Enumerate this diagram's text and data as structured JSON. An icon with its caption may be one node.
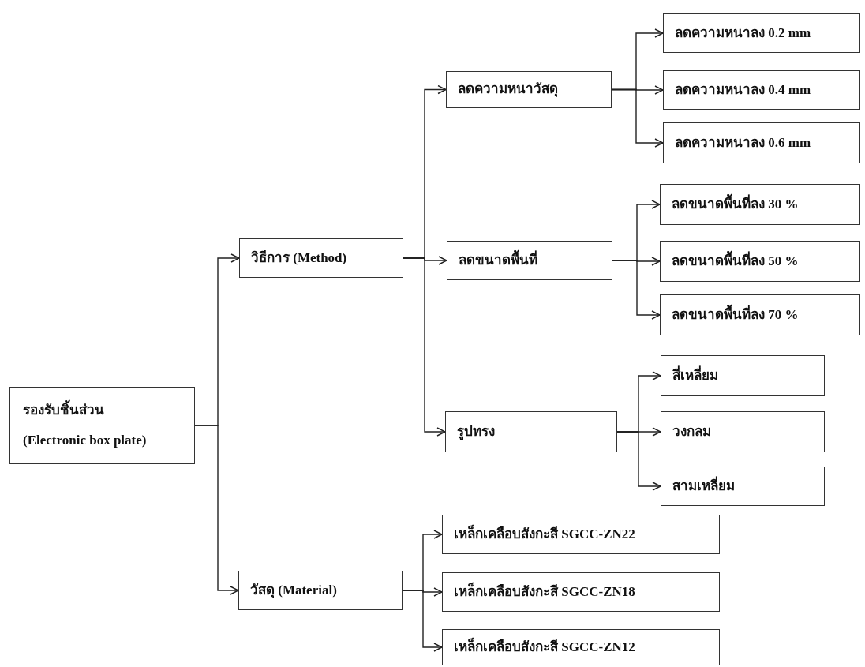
{
  "diagram": {
    "nodes": [
      {
        "text": [
          "รองรับชิ้นส่วน",
          "(Electronic box plate)"
        ]
      },
      {
        "text": [
          "วิธีการ (Method)"
        ]
      },
      {
        "text": [
          "วัสดุ (Material)"
        ]
      },
      {
        "text": [
          "ลดความหนาวัสดุ"
        ]
      },
      {
        "text": [
          "ลดขนาดพื้นที่"
        ]
      },
      {
        "text": [
          "รูปทรง"
        ]
      },
      {
        "text": [
          "ลดความหนาลง 0.2 mm"
        ]
      },
      {
        "text": [
          "ลดความหนาลง 0.4 mm"
        ]
      },
      {
        "text": [
          "ลดความหนาลง 0.6 mm"
        ]
      },
      {
        "text": [
          "ลดขนาดพื้นที่ลง 30 %"
        ]
      },
      {
        "text": [
          "ลดขนาดพื้นที่ลง 50 %"
        ]
      },
      {
        "text": [
          "ลดขนาดพื้นที่ลง 70 %"
        ]
      },
      {
        "text": [
          "สี่เหลี่ยม"
        ]
      },
      {
        "text": [
          "วงกลม"
        ]
      },
      {
        "text": [
          "สามเหลี่ยม"
        ]
      },
      {
        "text": [
          "เหล็กเคลือบสังกะสี SGCC-ZN22"
        ]
      },
      {
        "text": [
          "เหล็กเคลือบสังกะสี SGCC-ZN18"
        ]
      },
      {
        "text": [
          "เหล็กเคลือบสังกะสี SGCC-ZN12"
        ]
      }
    ],
    "edges": [
      {
        "from": 0,
        "to": 1,
        "arrow": "to"
      },
      {
        "from": 0,
        "to": 2,
        "arrow": "to"
      },
      {
        "from": 1,
        "to": 3,
        "arrow": "to"
      },
      {
        "from": 1,
        "to": 4,
        "arrow": "to"
      },
      {
        "from": 1,
        "to": 5,
        "arrow": "to"
      },
      {
        "from": 3,
        "to": 6,
        "arrow": "to"
      },
      {
        "from": 3,
        "to": 7,
        "arrow": "to"
      },
      {
        "from": 3,
        "to": 8,
        "arrow": "to"
      },
      {
        "from": 4,
        "to": 9,
        "arrow": "to"
      },
      {
        "from": 4,
        "to": 10,
        "arrow": "to"
      },
      {
        "from": 4,
        "to": 11,
        "arrow": "to"
      },
      {
        "from": 5,
        "to": 12,
        "arrow": "to"
      },
      {
        "from": 5,
        "to": 13,
        "arrow": "to"
      },
      {
        "from": 5,
        "to": 14,
        "arrow": "to"
      },
      {
        "from": 2,
        "to": 15,
        "arrow": "to"
      },
      {
        "from": 2,
        "to": 16,
        "arrow": "to"
      },
      {
        "from": 2,
        "to": 17,
        "arrow": "to"
      }
    ]
  }
}
